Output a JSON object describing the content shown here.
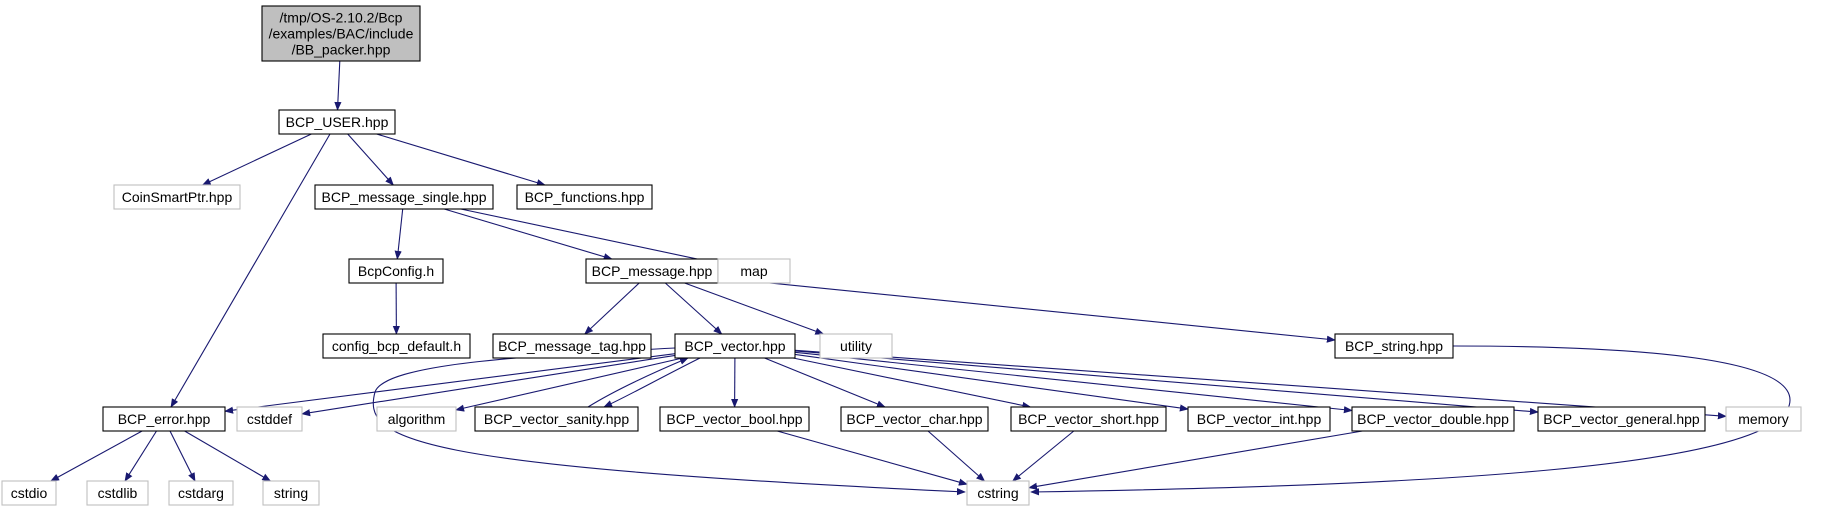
{
  "graph": {
    "nodes": [
      {
        "id": "bb_packer",
        "lines": [
          "/tmp/OS-2.10.2/Bcp",
          "/examples/BAC/include",
          "/BB_packer.hpp"
        ],
        "kind": "root"
      },
      {
        "id": "bcp_user",
        "lines": [
          "BCP_USER.hpp"
        ],
        "kind": "local"
      },
      {
        "id": "coinsmartptr",
        "lines": [
          "CoinSmartPtr.hpp"
        ],
        "kind": "system"
      },
      {
        "id": "bcp_message_single",
        "lines": [
          "BCP_message_single.hpp"
        ],
        "kind": "local"
      },
      {
        "id": "bcp_functions",
        "lines": [
          "BCP_functions.hpp"
        ],
        "kind": "local"
      },
      {
        "id": "bcpconfig",
        "lines": [
          "BcpConfig.h"
        ],
        "kind": "local"
      },
      {
        "id": "bcp_message",
        "lines": [
          "BCP_message.hpp"
        ],
        "kind": "local"
      },
      {
        "id": "map",
        "lines": [
          "map"
        ],
        "kind": "system"
      },
      {
        "id": "config_bcp_default",
        "lines": [
          "config_bcp_default.h"
        ],
        "kind": "local"
      },
      {
        "id": "bcp_message_tag",
        "lines": [
          "BCP_message_tag.hpp"
        ],
        "kind": "local"
      },
      {
        "id": "bcp_vector",
        "lines": [
          "BCP_vector.hpp"
        ],
        "kind": "local"
      },
      {
        "id": "utility",
        "lines": [
          "utility"
        ],
        "kind": "system"
      },
      {
        "id": "bcp_string",
        "lines": [
          "BCP_string.hpp"
        ],
        "kind": "local"
      },
      {
        "id": "bcp_error",
        "lines": [
          "BCP_error.hpp"
        ],
        "kind": "local"
      },
      {
        "id": "cstddef",
        "lines": [
          "cstddef"
        ],
        "kind": "system"
      },
      {
        "id": "algorithm",
        "lines": [
          "algorithm"
        ],
        "kind": "system"
      },
      {
        "id": "bcp_vector_sanity",
        "lines": [
          "BCP_vector_sanity.hpp"
        ],
        "kind": "local"
      },
      {
        "id": "bcp_vector_bool",
        "lines": [
          "BCP_vector_bool.hpp"
        ],
        "kind": "local"
      },
      {
        "id": "bcp_vector_char",
        "lines": [
          "BCP_vector_char.hpp"
        ],
        "kind": "local"
      },
      {
        "id": "bcp_vector_short",
        "lines": [
          "BCP_vector_short.hpp"
        ],
        "kind": "local"
      },
      {
        "id": "bcp_vector_int",
        "lines": [
          "BCP_vector_int.hpp"
        ],
        "kind": "local"
      },
      {
        "id": "bcp_vector_double",
        "lines": [
          "BCP_vector_double.hpp"
        ],
        "kind": "local"
      },
      {
        "id": "bcp_vector_general",
        "lines": [
          "BCP_vector_general.hpp"
        ],
        "kind": "local"
      },
      {
        "id": "memory",
        "lines": [
          "memory"
        ],
        "kind": "system"
      },
      {
        "id": "cstdio",
        "lines": [
          "cstdio"
        ],
        "kind": "system"
      },
      {
        "id": "cstdlib",
        "lines": [
          "cstdlib"
        ],
        "kind": "system"
      },
      {
        "id": "cstdarg",
        "lines": [
          "cstdarg"
        ],
        "kind": "system"
      },
      {
        "id": "string",
        "lines": [
          "string"
        ],
        "kind": "system"
      },
      {
        "id": "cstring",
        "lines": [
          "cstring"
        ],
        "kind": "system"
      }
    ],
    "edges": [
      [
        "bb_packer",
        "bcp_user"
      ],
      [
        "bcp_user",
        "coinsmartptr"
      ],
      [
        "bcp_user",
        "bcp_message_single"
      ],
      [
        "bcp_user",
        "bcp_functions"
      ],
      [
        "bcp_user",
        "bcp_error"
      ],
      [
        "bcp_message_single",
        "bcpconfig"
      ],
      [
        "bcp_message_single",
        "bcp_message"
      ],
      [
        "bcp_message_single",
        "map"
      ],
      [
        "bcpconfig",
        "config_bcp_default"
      ],
      [
        "bcp_message",
        "bcp_message_tag"
      ],
      [
        "bcp_message",
        "bcp_vector"
      ],
      [
        "bcp_message",
        "utility"
      ],
      [
        "bcp_message",
        "bcp_string"
      ],
      [
        "bcp_vector",
        "bcp_error"
      ],
      [
        "bcp_vector",
        "cstddef"
      ],
      [
        "bcp_vector",
        "algorithm"
      ],
      [
        "bcp_vector",
        "bcp_vector_sanity"
      ],
      [
        "bcp_vector_sanity",
        "bcp_vector"
      ],
      [
        "bcp_vector",
        "bcp_vector_bool"
      ],
      [
        "bcp_vector",
        "bcp_vector_char"
      ],
      [
        "bcp_vector",
        "bcp_vector_short"
      ],
      [
        "bcp_vector",
        "bcp_vector_int"
      ],
      [
        "bcp_vector",
        "bcp_vector_double"
      ],
      [
        "bcp_vector",
        "bcp_vector_general"
      ],
      [
        "bcp_vector",
        "memory"
      ],
      [
        "bcp_vector",
        "cstring"
      ],
      [
        "bcp_error",
        "cstdio"
      ],
      [
        "bcp_error",
        "cstdlib"
      ],
      [
        "bcp_error",
        "cstdarg"
      ],
      [
        "bcp_error",
        "string"
      ],
      [
        "bcp_string",
        "cstring"
      ],
      [
        "bcp_vector_bool",
        "cstring"
      ],
      [
        "bcp_vector_char",
        "cstring"
      ],
      [
        "bcp_vector_short",
        "cstring"
      ],
      [
        "bcp_vector_double",
        "cstring"
      ]
    ]
  },
  "colors": {
    "edge": "#191970",
    "local_border": "#000000",
    "system_border": "#bfbfbf",
    "root_fill": "#bfbfbf",
    "background": "#ffffff"
  }
}
